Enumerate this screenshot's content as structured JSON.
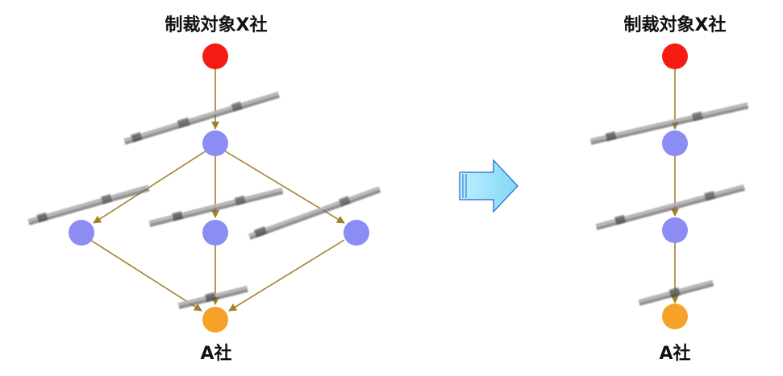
{
  "diagram": {
    "left": {
      "source_label": "制裁対象X社",
      "target_label": "A社"
    },
    "right": {
      "source_label": "制裁対象X社",
      "target_label": "A社"
    },
    "arrow_icon": "right-arrow-icon",
    "colors": {
      "source_node": "#f51a12",
      "intermediate_node": "#8c8cf5",
      "target_node": "#f5a229",
      "edge": "#a0822a",
      "arrow_fill": "#7fd8f5",
      "arrow_stroke": "#1e64c8"
    }
  }
}
